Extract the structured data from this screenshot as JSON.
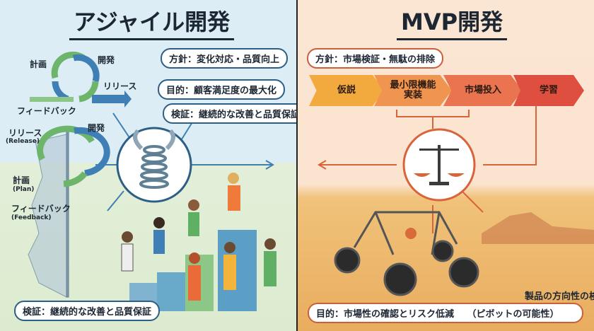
{
  "agile": {
    "title": "アジャイル開発",
    "cycle_labels": {
      "plan": "計画",
      "develop": "開発",
      "release": "リリース",
      "feedback": "フィードバック"
    },
    "spiral_labels": {
      "release": "リリース",
      "release_en": "(Release)",
      "develop": "開発",
      "plan": "計画",
      "plan_en": "(Plan)",
      "feedback": "フィードバック",
      "feedback_en": "(Feedback)"
    },
    "bubbles": [
      "方針：変化対応・品質向上",
      "目的：顧客満足度の最大化",
      "検証：継続的な改善と品質保証"
    ],
    "bottom_bubble": "検証：継続的な改善と品質保証",
    "colors": {
      "blue": "#3f7fb5",
      "green": "#6cb56b"
    }
  },
  "mvp": {
    "title": "MVP開発",
    "policy": "方針：市場検証・無駄の排除",
    "steps": [
      "仮説",
      "最小限機能\n実装",
      "市場投入",
      "学習"
    ],
    "step_colors": [
      "#f2a93e",
      "#ef9550",
      "#ea7350",
      "#df4f3f"
    ],
    "purpose": "目的：市場性の確認とリスク低減",
    "direction": "製品の方向性の検証",
    "pivot": "（ピボットの可能性）"
  }
}
